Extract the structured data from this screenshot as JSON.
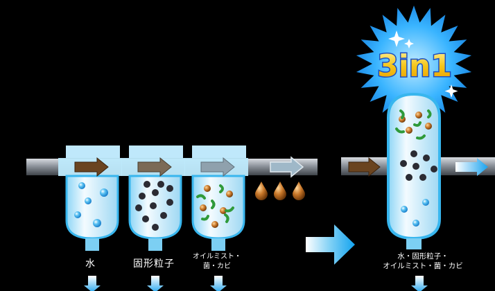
{
  "filters": [
    {
      "label": "水"
    },
    {
      "label": "固形粒子"
    },
    {
      "label_line1": "オイルミスト・",
      "label_line2": "菌・カビ"
    }
  ],
  "combined": {
    "badge": "3in1",
    "label_line1": "水・固形粒子・",
    "label_line2": "オイルミスト・菌・カビ"
  },
  "colors": {
    "background": "#000000",
    "pipe": "#9aa0a8",
    "filter_glass": "#c9ecfb",
    "water_drop": "#2a9be0",
    "solid_particle": "#2b2b33",
    "oil_particle": "#a35a18",
    "bacteria": "#2f9a3a",
    "flow_arrow": "#6a4420",
    "clean_arrow": "#9fc6e6",
    "burst": "#2ea8ff",
    "badge_text": "#f5c518"
  }
}
